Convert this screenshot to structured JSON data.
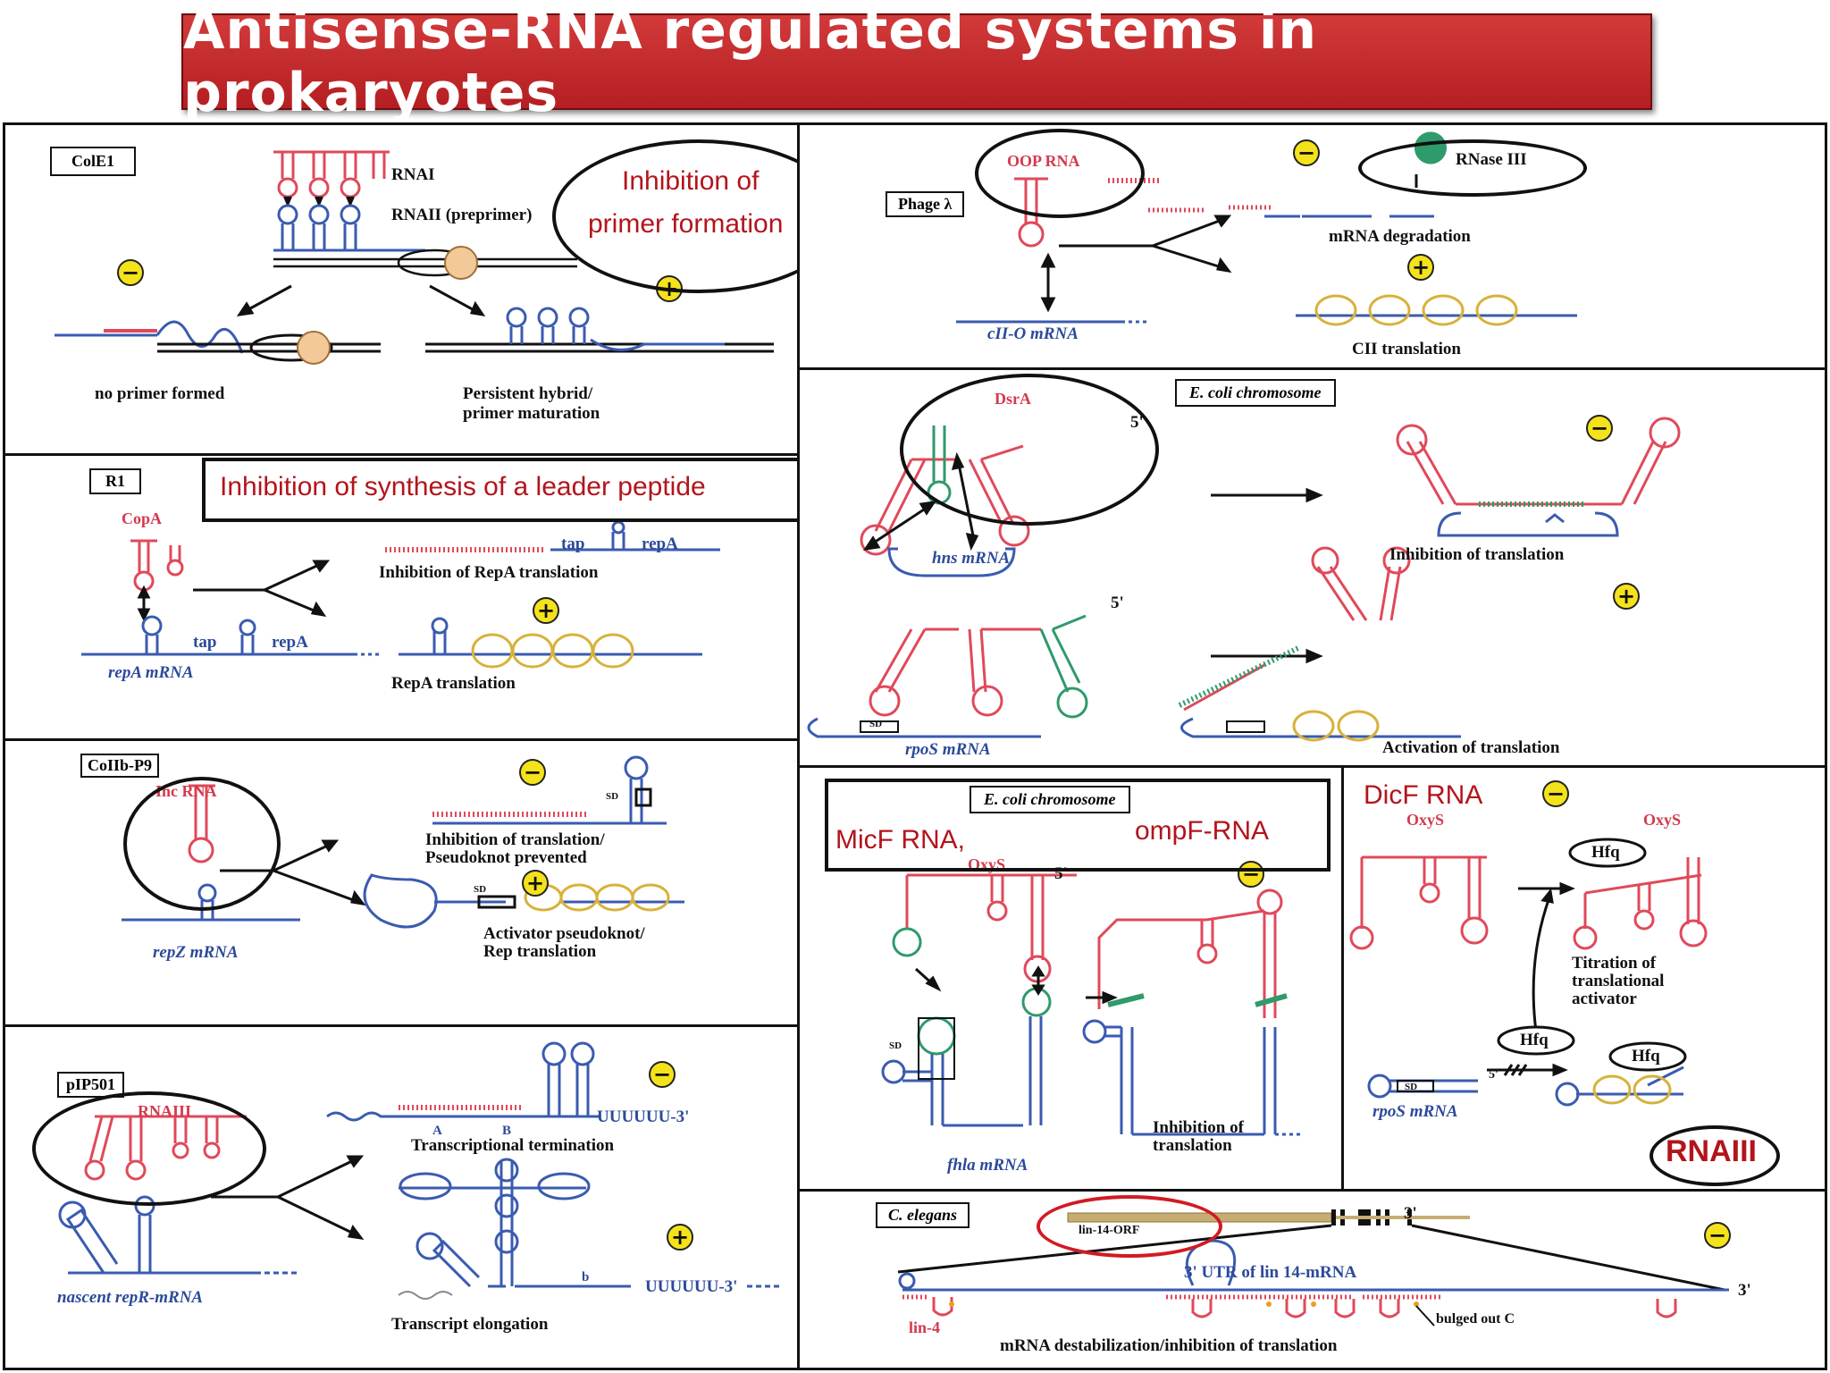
{
  "title": "Antisense-RNA regulated systems in prokaryotes",
  "colors": {
    "banner": "#c0272d",
    "annotation_red": "#b3141c",
    "rna_red": "#e0495a",
    "rna_blue": "#3a5bb0",
    "ribosome_yellow": "#e8c84a",
    "pairing_green": "#2f9a6a"
  },
  "signs": {
    "minus": "−",
    "plus": "+"
  },
  "panels": {
    "cole1": {
      "label": "ColE1",
      "rna1": "RNAI",
      "rna2": "RNAII (preprimer)",
      "no_primer": "no primer formed",
      "persistent_1": "Persistent hybrid/",
      "persistent_2": "primer maturation",
      "annotation_1": "Inhibition of",
      "annotation_2": "primer formation"
    },
    "r1": {
      "label": "R1",
      "copa": "CopA",
      "tap1": "tap",
      "repa1": "repA",
      "inhibition": "Inhibition of RepA translation",
      "tap2": "tap",
      "repa2": "repA",
      "repa_mrna": "repA mRNA",
      "repa_translation": "RepA translation",
      "annotation": "Inhibition of synthesis of a leader peptide"
    },
    "collb": {
      "label": "CoIIb-P9",
      "inc": "Inc RNA",
      "sd1": "SD",
      "sd2": "SD",
      "inhibition_1": "Inhibition of translation/",
      "inhibition_2": "Pseudoknot prevented",
      "activator_1": "Activator pseudoknot/",
      "activator_2": "Rep translation",
      "repz": "repZ mRNA"
    },
    "pip501": {
      "label": "pIP501",
      "rnaiii": "RNAIII",
      "uuu1": "UUUUUU-3'",
      "a": "A",
      "b": "B",
      "transcriptional_termination": "Transcriptional termination",
      "nascent": "nascent repR-mRNA",
      "uuu2": "UUUUUU-3'",
      "b2": "b",
      "elongation": "Transcript elongation"
    },
    "phage": {
      "label": "Phage λ",
      "oop": "OOP RNA",
      "rnase": "RNase III",
      "degradation": "mRNA degradation",
      "cii_mrna": "cII-O mRNA",
      "cii_translation": "CII translation"
    },
    "dsra": {
      "chromosome": "E. coli chromosome",
      "dsra": "DsrA",
      "five1": "5'",
      "five2": "5'",
      "hns": "hns mRNA",
      "inhibition": "Inhibition of translation",
      "rpos": "rpoS mRNA",
      "sd": "SD",
      "activation": "Activation of translation"
    },
    "micf": {
      "chromosome": "E. coli chromosome",
      "micf": "MicF RNA,",
      "ompf": "ompF-RNA",
      "oxys": "OxyS",
      "five": "5'",
      "sd": "SD",
      "fhla": "fhla mRNA",
      "inhibition_1": "Inhibition of",
      "inhibition_2": "translation"
    },
    "dicf": {
      "dicf": "DicF RNA",
      "oxys1": "OxyS",
      "oxys2": "OxyS",
      "hfq1": "Hfq",
      "hfq2": "Hfq",
      "hfq3": "Hfq",
      "titration_1": "Titration of",
      "titration_2": "translational",
      "titration_3": "activator",
      "rpos": "rpoS mRNA",
      "sd": "SD",
      "five": "5'",
      "rnaiii": "RNAIII"
    },
    "celegans": {
      "label": "C. elegans",
      "orf": "lin-14-ORF",
      "three1": "3'",
      "utr": "3' UTR of lin 14-mRNA",
      "three2": "3'",
      "lin4": "lin-4",
      "bulged": "bulged out C",
      "destab": "mRNA destabilization/inhibition of translation"
    }
  }
}
